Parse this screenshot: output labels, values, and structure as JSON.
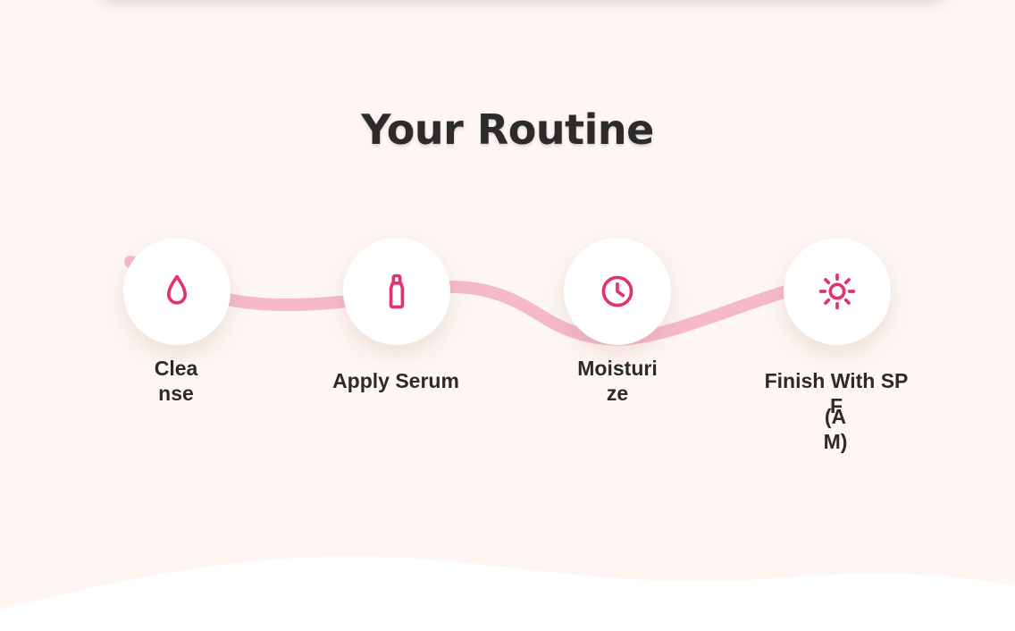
{
  "section": {
    "title": "Your Routine"
  },
  "steps": [
    {
      "label": "Cleanse",
      "icon": "water-drop-icon"
    },
    {
      "label": "Apply Serum",
      "icon": "serum-bottle-icon"
    },
    {
      "label": "Moisturize",
      "icon": "clock-icon"
    },
    {
      "label": "Finish With SPF",
      "label_extra": "(AM)",
      "icon": "sun-icon"
    }
  ],
  "colors": {
    "accent": "#e0336f",
    "path": "#f5b9c9",
    "background": "#fdf6f2",
    "text": "#2b2b2b"
  }
}
